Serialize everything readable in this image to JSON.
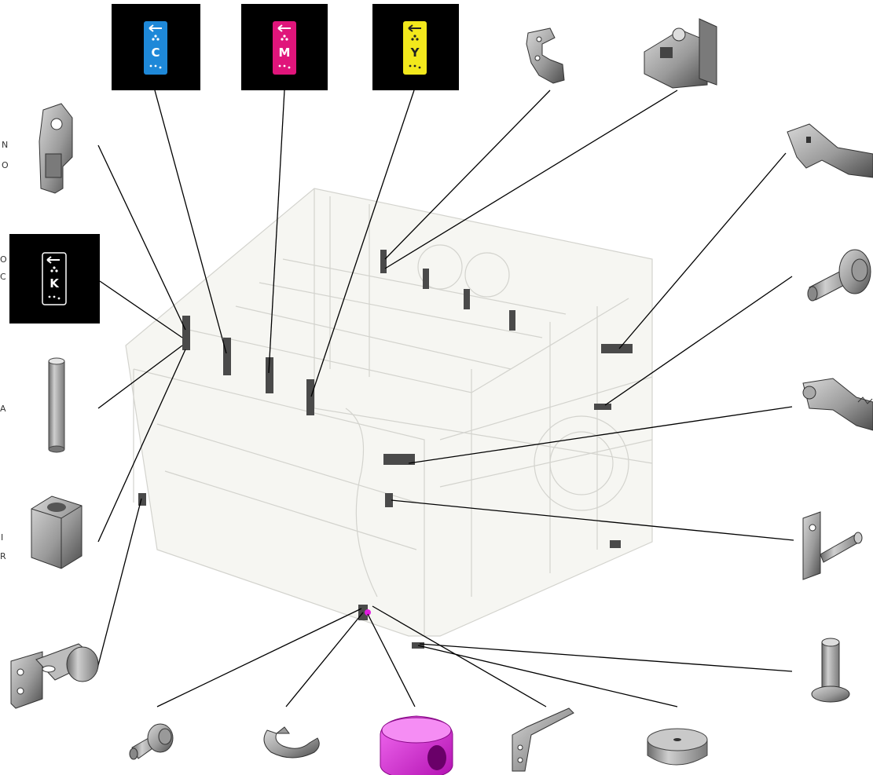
{
  "colors": {
    "cyan": "#1e88d8",
    "magenta": "#e0157b",
    "yellow": "#f2e81c",
    "black": "#000000",
    "part_gray": "#b8b8b8",
    "part_dark": "#5a5a5a",
    "highlight_part": "#e11de0",
    "frame_outline": "#c9c9c4",
    "leader": "#000000"
  },
  "toner_labels": [
    {
      "id": "cyan",
      "letter": "C",
      "color": "#1e88d8",
      "text_color": "#ffffff"
    },
    {
      "id": "magenta",
      "letter": "M",
      "color": "#e0157b",
      "text_color": "#ffffff"
    },
    {
      "id": "yellow",
      "letter": "Y",
      "color": "#f2e81c",
      "text_color": "#222222"
    },
    {
      "id": "black",
      "letter": "K",
      "color": "#000000",
      "text_color": "#ffffff"
    }
  ],
  "cut_off_text": [
    {
      "id": "cut-1",
      "lines": [
        "N",
        "O"
      ]
    },
    {
      "id": "cut-2",
      "lines": [
        "O",
        "C"
      ]
    },
    {
      "id": "cut-3",
      "lines": [
        "A"
      ]
    },
    {
      "id": "cut-4",
      "lines": [
        "I",
        "R"
      ]
    }
  ],
  "parts": [
    {
      "id": "lever-bracket-left",
      "icon": "lever-bracket-icon"
    },
    {
      "id": "spacer-pipe",
      "icon": "pipe-icon"
    },
    {
      "id": "holder-block",
      "icon": "holder-block-icon"
    },
    {
      "id": "bracket-with-roller",
      "icon": "roller-bracket-icon"
    },
    {
      "id": "shoulder-screw-bottom",
      "icon": "shoulder-screw-icon"
    },
    {
      "id": "e-ring",
      "icon": "e-ring-icon"
    },
    {
      "id": "rubber-bushing",
      "icon": "bushing-icon"
    },
    {
      "id": "small-lever",
      "icon": "small-lever-icon"
    },
    {
      "id": "foot-pad",
      "icon": "foot-pad-icon"
    },
    {
      "id": "pin",
      "icon": "pin-icon"
    },
    {
      "id": "shaft-bracket",
      "icon": "shaft-bracket-icon"
    },
    {
      "id": "gear-arm-lower",
      "icon": "gear-arm-icon"
    },
    {
      "id": "shoulder-screw-right",
      "icon": "shoulder-screw-icon"
    },
    {
      "id": "gear-arm-upper",
      "icon": "gear-arm-icon"
    },
    {
      "id": "hinge-block",
      "icon": "hinge-block-icon"
    },
    {
      "id": "clip-bracket",
      "icon": "clip-bracket-icon"
    }
  ]
}
